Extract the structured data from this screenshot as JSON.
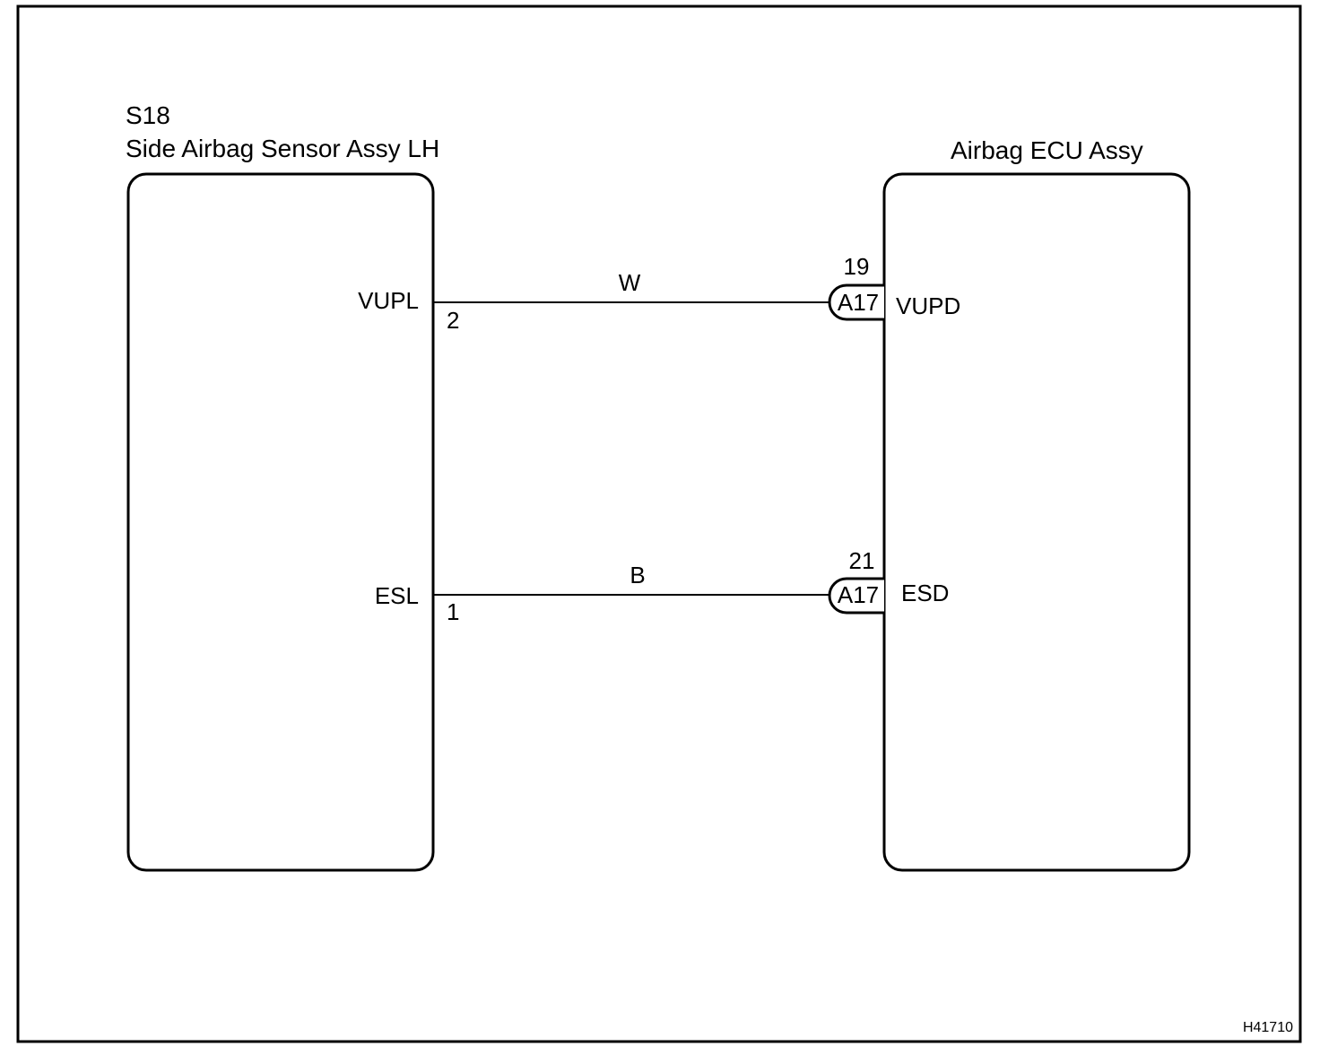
{
  "colors": {
    "line": "#000000",
    "background": "#ffffff"
  },
  "left_component": {
    "code": "S18",
    "name": "Side Airbag Sensor Assy LH",
    "pins": [
      {
        "label": "VUPL",
        "number": "2"
      },
      {
        "label": "ESL",
        "number": "1"
      }
    ]
  },
  "right_component": {
    "name": "Airbag ECU Assy",
    "pins": [
      {
        "label": "VUPD",
        "number": "19",
        "connector": "A17"
      },
      {
        "label": "ESD",
        "number": "21",
        "connector": "A17"
      }
    ]
  },
  "wires": [
    {
      "color_code": "W"
    },
    {
      "color_code": "B"
    }
  ],
  "figure_id": "H41710"
}
